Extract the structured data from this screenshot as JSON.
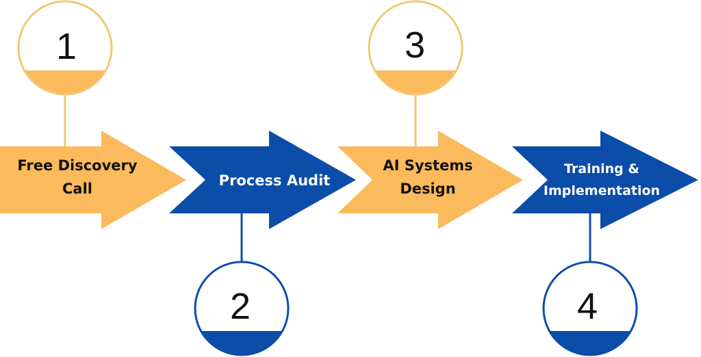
{
  "colors": {
    "orange": "#FBBA5B",
    "blue": "#0B4DA8",
    "orange_line": "#F5C676",
    "dark_text": "#111111",
    "light_text": "#ffffff"
  },
  "steps": [
    {
      "number": "1",
      "line1": "Free Discovery",
      "line2": "Call",
      "color": "orange",
      "marker_position": "top"
    },
    {
      "number": "2",
      "line1": "Process Audit",
      "line2": "",
      "color": "blue",
      "marker_position": "bottom"
    },
    {
      "number": "3",
      "line1": "AI Systems",
      "line2": "Design",
      "color": "orange",
      "marker_position": "top"
    },
    {
      "number": "4",
      "line1": "Training &",
      "line2": "Implementation",
      "color": "blue",
      "marker_position": "bottom"
    }
  ]
}
